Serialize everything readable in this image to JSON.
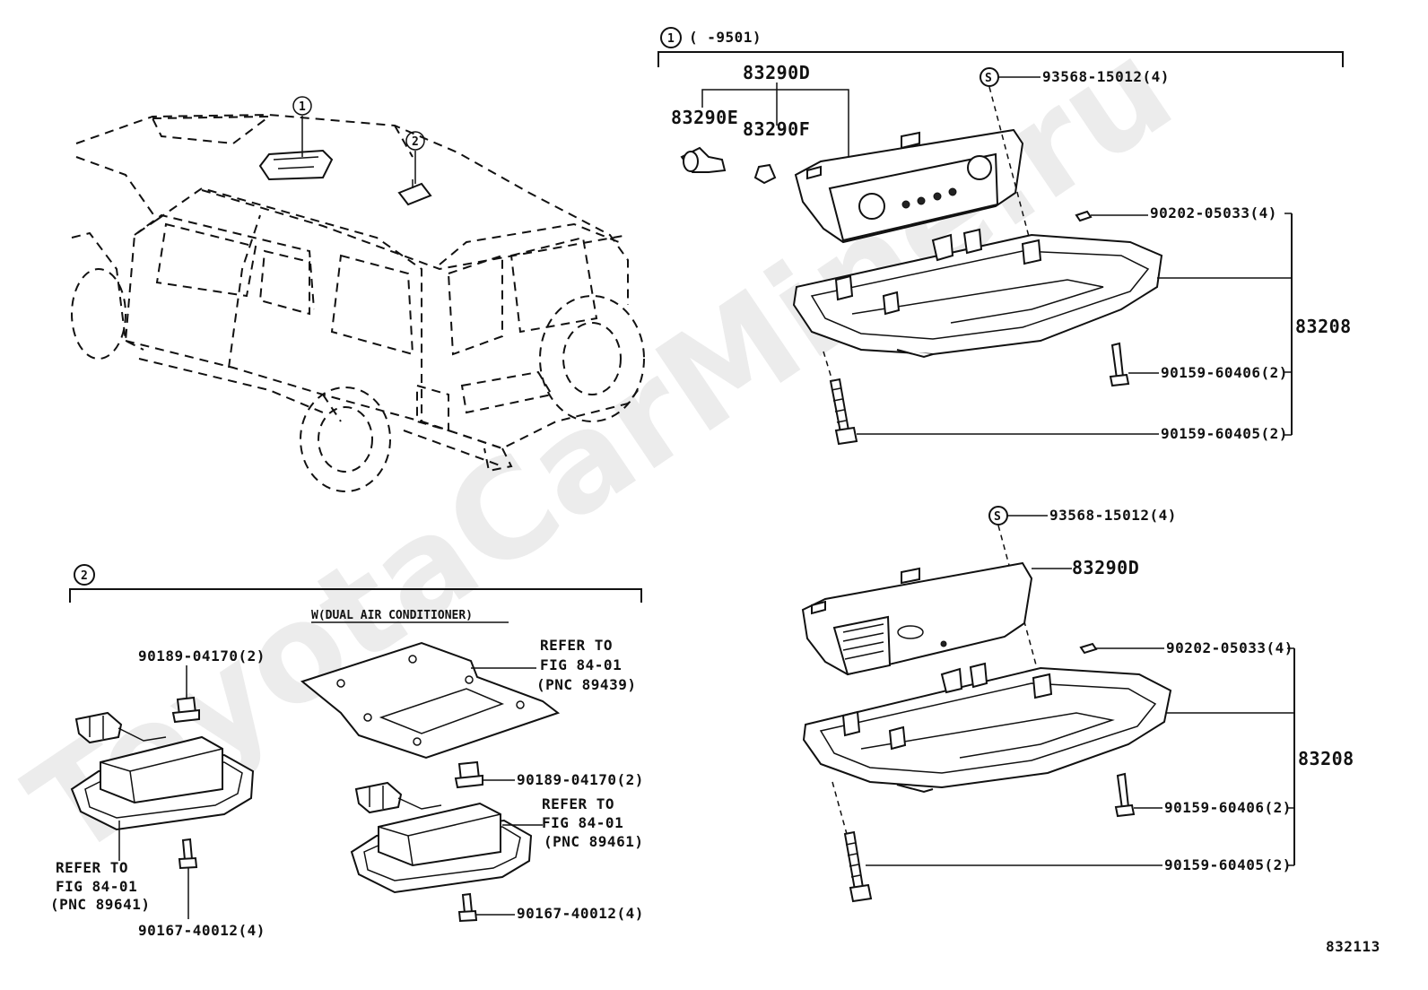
{
  "watermark": "ToyotaCarMine.ru",
  "overview": {
    "callout_1": "1",
    "callout_2": "2"
  },
  "section1": {
    "number": "1",
    "range": "(      -9501)",
    "parts": {
      "p83290D": "83290D",
      "p83290E": "83290E",
      "p83290F": "83290F",
      "s_symbol": "S",
      "p93568": "93568-15012(4)",
      "p90202": "90202-05033(4)",
      "p83208": "83208",
      "p90159_406": "90159-60406(2)",
      "p90159_405": "90159-60405(2)"
    }
  },
  "section_lower_right": {
    "s_symbol": "S",
    "p93568": "93568-15012(4)",
    "p83290D": "83290D",
    "p90202": "90202-05033(4)",
    "p83208": "83208",
    "p90159_406": "90159-60406(2)",
    "p90159_405": "90159-60405(2)"
  },
  "section2": {
    "number": "2",
    "note": "W(DUAL AIR CONDITIONER)",
    "refer_a": [
      "REFER TO",
      "FIG 84-01",
      "(PNC 89439)"
    ],
    "refer_b": [
      "REFER TO",
      "FIG 84-01",
      "(PNC 89461)"
    ],
    "refer_c": [
      "REFER TO",
      "FIG 84-01",
      "(PNC 89641)"
    ],
    "p90189_a": "90189-04170(2)",
    "p90189_b": "90189-04170(2)",
    "p90167_a": "90167-40012(4)",
    "p90167_b": "90167-40012(4)"
  },
  "figure_number": "832113"
}
